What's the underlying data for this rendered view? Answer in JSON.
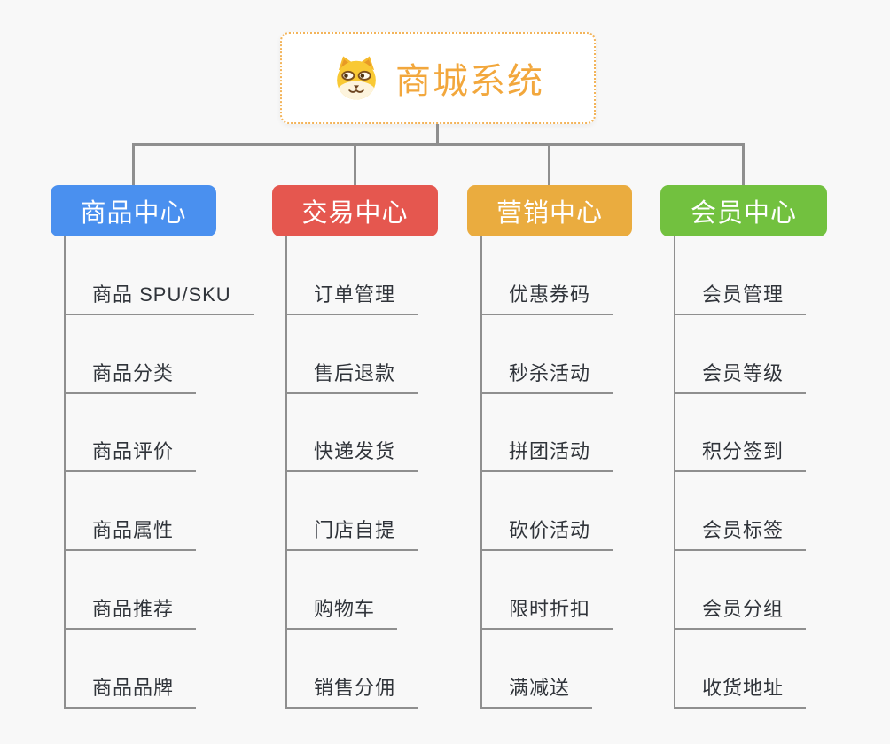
{
  "app": {
    "background_color": "#f8f8f8",
    "connector_color": "#8f8f8f"
  },
  "root": {
    "title": "商城系统",
    "icon": "dog-face-icon",
    "text_color": "#f2a73c",
    "border_color": "#f3b45a",
    "background_color": "#ffffff"
  },
  "branches": [
    {
      "id": "goods-center",
      "label": "商品中心",
      "color": "#4a90ef",
      "children": [
        "商品 SPU/SKU",
        "商品分类",
        "商品评价",
        "商品属性",
        "商品推荐",
        "商品品牌"
      ]
    },
    {
      "id": "trade-center",
      "label": "交易中心",
      "color": "#e5574f",
      "children": [
        "订单管理",
        "售后退款",
        "快递发货",
        "门店自提",
        "购物车",
        "销售分佣"
      ]
    },
    {
      "id": "marketing-center",
      "label": "营销中心",
      "color": "#eaac3f",
      "children": [
        "优惠券码",
        "秒杀活动",
        "拼团活动",
        "砍价活动",
        "限时折扣",
        "满减送"
      ]
    },
    {
      "id": "member-center",
      "label": "会员中心",
      "color": "#72c13f",
      "children": [
        "会员管理",
        "会员等级",
        "积分签到",
        "会员标签",
        "会员分组",
        "收货地址"
      ]
    }
  ]
}
